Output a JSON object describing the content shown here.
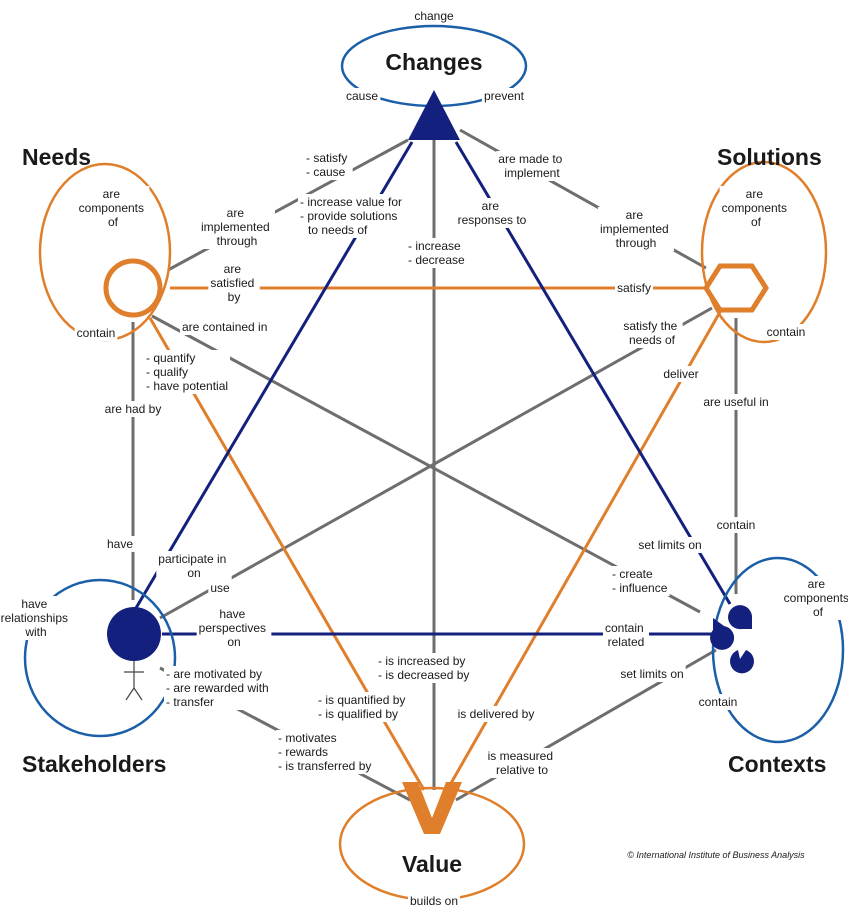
{
  "titles": {
    "changes": "Changes",
    "needs": "Needs",
    "solutions": "Solutions",
    "stakeholders": "Stakeholders",
    "contexts": "Contexts",
    "value": "Value"
  },
  "labels": {
    "change": "change",
    "cause": "cause",
    "prevent": "prevent",
    "c_needs": [
      "- satisfy",
      "- cause"
    ],
    "c_solutions": [
      "are made to",
      "implement"
    ],
    "c_stake": [
      "- increase value for",
      "- provide solutions",
      "to needs of"
    ],
    "c_value": [
      "- increase",
      "- decrease"
    ],
    "c_contexts": [
      "are",
      "responses to"
    ],
    "n_comp": [
      "are",
      "components",
      "of"
    ],
    "n_contain": "contain",
    "n_impl": [
      "are",
      "implemented",
      "through"
    ],
    "n_sat": [
      "are",
      "satisfied",
      "by"
    ],
    "n_contained": "are contained in",
    "n_quant": [
      "- quantify",
      "- qualify",
      "- have potential"
    ],
    "n_hadby": "are had by",
    "s_comp": [
      "are",
      "components",
      "of"
    ],
    "s_contain": "contain",
    "s_impl": [
      "are",
      "implemented",
      "through"
    ],
    "s_satisfy": "satisfy",
    "s_needsof": [
      "satisfy the",
      "needs of"
    ],
    "s_deliver": "deliver",
    "s_useful": "are useful in",
    "k_contain": "contain",
    "k_setlimits1": "set limits on",
    "k_create": [
      "- create",
      "- influence"
    ],
    "k_related": [
      "contain",
      "related"
    ],
    "k_setlimits2": "set limits on",
    "k_comp": [
      "are",
      "components",
      "of"
    ],
    "k_contain2": "contain",
    "st_have": "have",
    "st_participate": [
      "participate in"
    ],
    "st_use": "use",
    "st_rel": [
      "have",
      "relationships",
      "with"
    ],
    "st_persp": [
      "have",
      "perspectives",
      "on"
    ],
    "st_motiv": [
      "- are motivated by",
      "- are rewarded with",
      "- transfer"
    ],
    "v_increased": [
      "- is increased by",
      "- is decreased by"
    ],
    "v_quantified": [
      "- is quantified by",
      "- is qualified by"
    ],
    "v_delivered": "is delivered by",
    "v_measured": [
      "is measured",
      "relative to"
    ],
    "v_motivates": [
      "- motivates",
      "- rewards",
      "- is transferred by"
    ],
    "v_builds": "builds on"
  },
  "copyright": "© International Institute of Business Analysis",
  "colors": {
    "orange": "#e07f2b",
    "navy": "#13207d",
    "blue": "#1b5fa8",
    "gray": "#6e6e6e"
  }
}
